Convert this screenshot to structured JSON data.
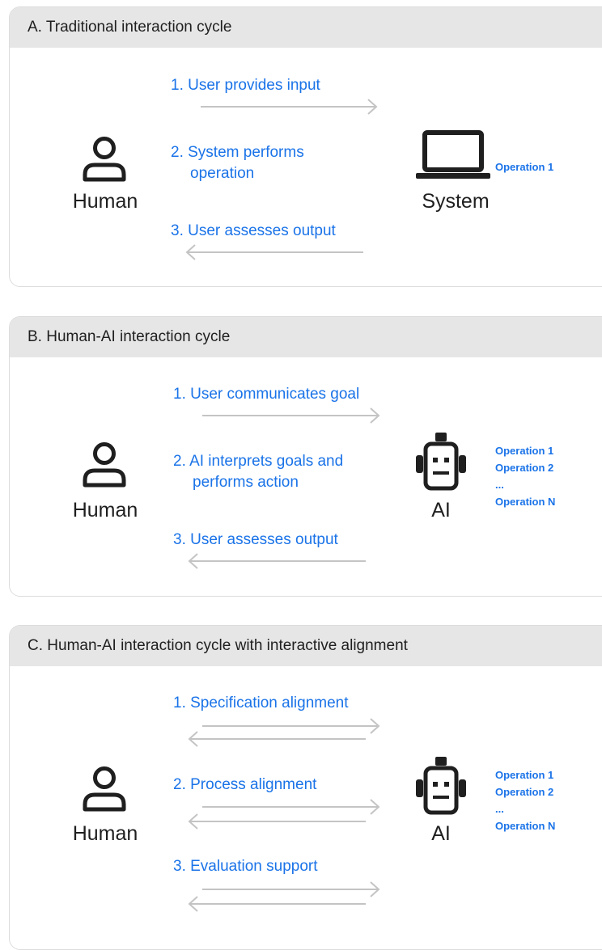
{
  "panels": [
    {
      "title": "A. Traditional interaction cycle",
      "left_label": "Human",
      "right_label": "System",
      "right_icon": "laptop-icon",
      "steps": [
        "1. User provides input",
        "2. System performs operation",
        "3. User assesses output"
      ],
      "step2_lines": [
        "2. System performs",
        "operation"
      ],
      "operations": [
        "Operation 1"
      ]
    },
    {
      "title": "B. Human-AI interaction cycle",
      "left_label": "Human",
      "right_label": "AI",
      "right_icon": "robot-icon",
      "steps": [
        "1. User communicates goal",
        "2. AI interprets goals and performs action",
        "3. User assesses output"
      ],
      "step2_lines": [
        "2. AI interprets goals and",
        "performs action"
      ],
      "operations": [
        "Operation 1",
        "Operation 2",
        "...",
        "Operation N"
      ]
    },
    {
      "title": "C. Human-AI interaction cycle with interactive alignment",
      "left_label": "Human",
      "right_label": "AI",
      "right_icon": "robot-icon",
      "steps": [
        "1. Specification alignment",
        "2. Process alignment",
        "3. Evaluation support"
      ],
      "operations": [
        "Operation 1",
        "Operation 2",
        "...",
        "Operation N"
      ]
    }
  ],
  "colors": {
    "accent": "#1a73e8",
    "arrow": "#c4c4c4",
    "header": "#e6e6e6",
    "text": "#1f1f1f"
  }
}
